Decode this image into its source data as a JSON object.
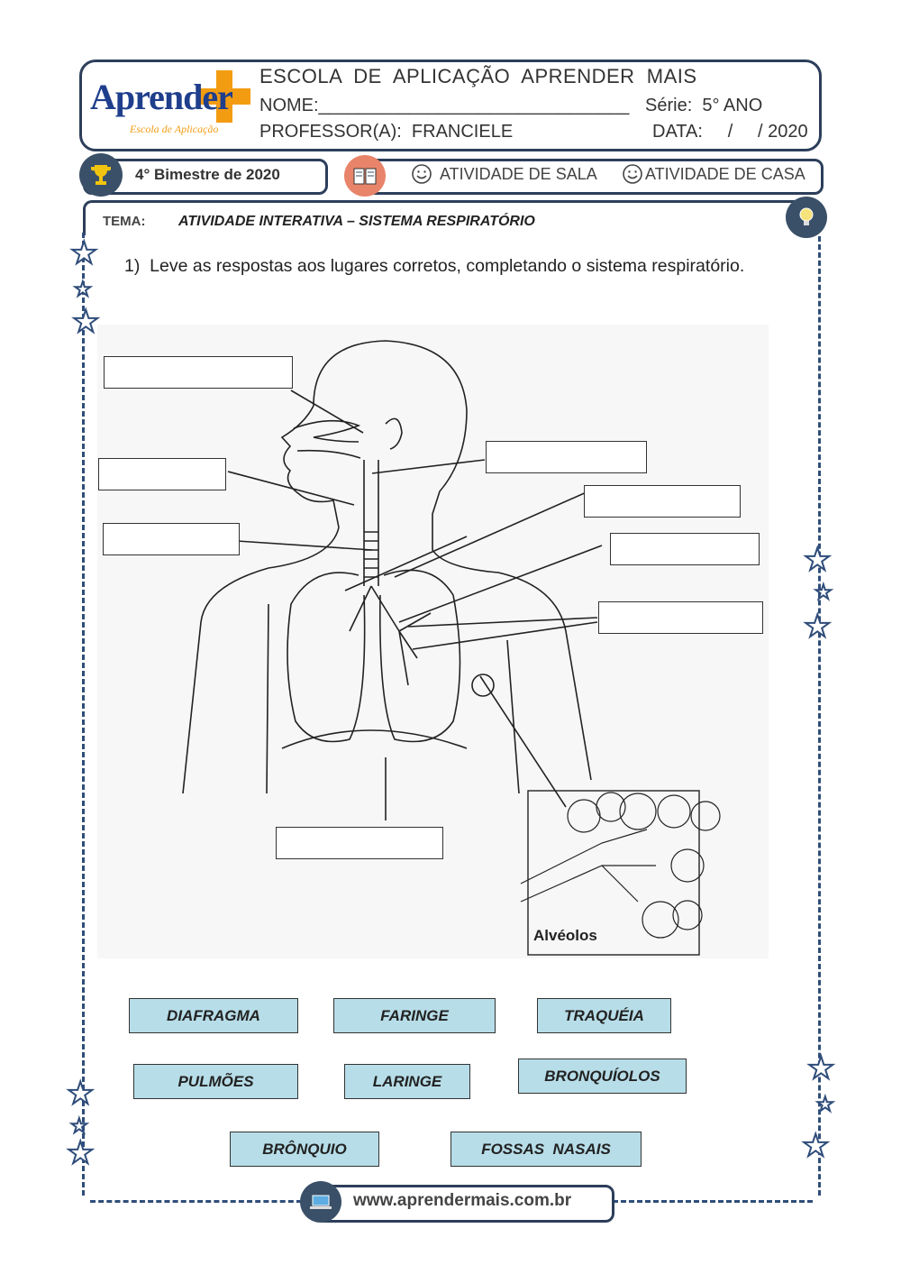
{
  "header": {
    "school": "ESCOLA  DE  APLICAÇÃO  APRENDER  MAIS",
    "name_label": "NOME:_______________________________",
    "serie_label": "Série:  5° ANO",
    "professor_label": "PROFESSOR(A):  FRANCIELE",
    "date_label": "DATA:     /     / 2020",
    "logo_word": "Aprender",
    "logo_sub": "Escola de Aplicação"
  },
  "info_bar": {
    "bimestre": "4° Bimestre de 2020",
    "sala": "ATIVIDADE DE SALA",
    "casa": "ATIVIDADE DE CASA"
  },
  "tema": {
    "label": "TEMA:",
    "value": "ATIVIDADE INTERATIVA – SISTEMA RESPIRATÓRIO"
  },
  "question": "1)  Leve as respostas aos lugares corretos, completando o sistema respiratório.",
  "diagram": {
    "inset_label": "Alvéolos"
  },
  "words": [
    "DIAFRAGMA",
    "FARINGE",
    "TRAQUÉIA",
    "PULMÕES",
    "LARINGE",
    "BRONQUÍOLOS",
    "BRÔNQUIO",
    "FOSSAS  NASAIS"
  ],
  "footer": {
    "url": "www.aprendermais.com.br"
  },
  "colors": {
    "navy": "#2c3e5a",
    "dashed": "#2f4d7a",
    "word_bg": "#b7dde8",
    "logo_orange": "#f39c12",
    "logo_blue": "#1f3e8c"
  }
}
